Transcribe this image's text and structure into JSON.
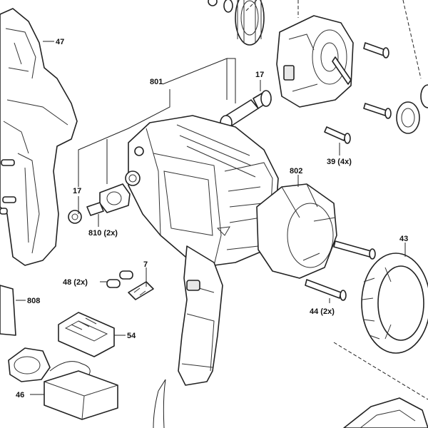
{
  "labels": {
    "l47": "47",
    "l801": "801",
    "l17a": "17",
    "l17b": "17",
    "l810": "810 (2x)",
    "l39": "39 (4x)",
    "l802": "802",
    "l43": "43",
    "l48": "48 (2x)",
    "l7": "7",
    "l44": "44 (2x)",
    "l808": "808",
    "l54": "54",
    "l46": "46"
  }
}
